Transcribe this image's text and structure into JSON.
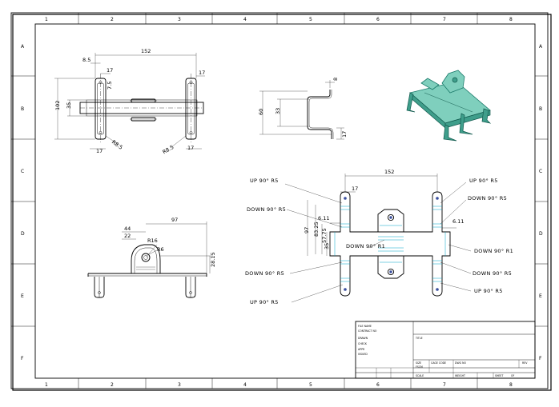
{
  "zones": {
    "columns": [
      "1",
      "2",
      "3",
      "4",
      "5",
      "6",
      "7",
      "8"
    ],
    "rows": [
      "A",
      "B",
      "C",
      "D",
      "E",
      "F"
    ]
  },
  "top_view": {
    "dims": {
      "overall": "152",
      "left_off": "8.5",
      "tab": "17",
      "small": "7.5",
      "right_tab": "17",
      "height": "102",
      "inner": "35",
      "bottom_left": "17",
      "bottom_right": "17",
      "r_left": "R8.5",
      "r_right": "R8.5"
    }
  },
  "side_view": {
    "dims": {
      "top": "8",
      "height": "60",
      "inner": "33",
      "foot": "17"
    }
  },
  "front_view": {
    "dims": {
      "width": "97",
      "d44": "44",
      "d22": "22",
      "r16": "R16",
      "r6": "R6",
      "h28": "28.15"
    }
  },
  "flat_pattern": {
    "dims": {
      "width": "152",
      "d17": "17",
      "d611a": "6.11",
      "d611b": "6.11",
      "d97": "97",
      "d8325": "83.25",
      "d5775": "57.75",
      "d35": "35"
    },
    "bend_notes": {
      "up_tl": "UP 90° R5",
      "down_tl": "DOWN 90° R5",
      "down_center": "DOWN 90° R1",
      "down_bl": "DOWN 90° R5",
      "up_bl": "UP 90° R5",
      "up_tr": "UP 90° R5",
      "down_tr": "DOWN 90° R5",
      "down_r": "DOWN 90° R1",
      "down_br": "DOWN 90° R5",
      "up_br": "UP 90° R5"
    }
  },
  "title_block": {
    "file_name": "FILE NAME",
    "contract_no": "CONTRACT NO",
    "drawn": "DRAWN",
    "check": "CHECK",
    "appr": "APPR",
    "issued": "ISSUED",
    "title": "TITLE",
    "size": "SIZE",
    "fscm": "FSCM",
    "cage_code": "CAGE CODE",
    "dwg_no": "DWG NO",
    "rev": "REV",
    "scale": "SCALE",
    "weight": "WEIGHT",
    "sheet": "SHEET",
    "of": "OF"
  },
  "colors": {
    "model_fill": "#7fcfbd",
    "model_edge": "#1a7a6a",
    "bend_line": "#00a6c8"
  }
}
